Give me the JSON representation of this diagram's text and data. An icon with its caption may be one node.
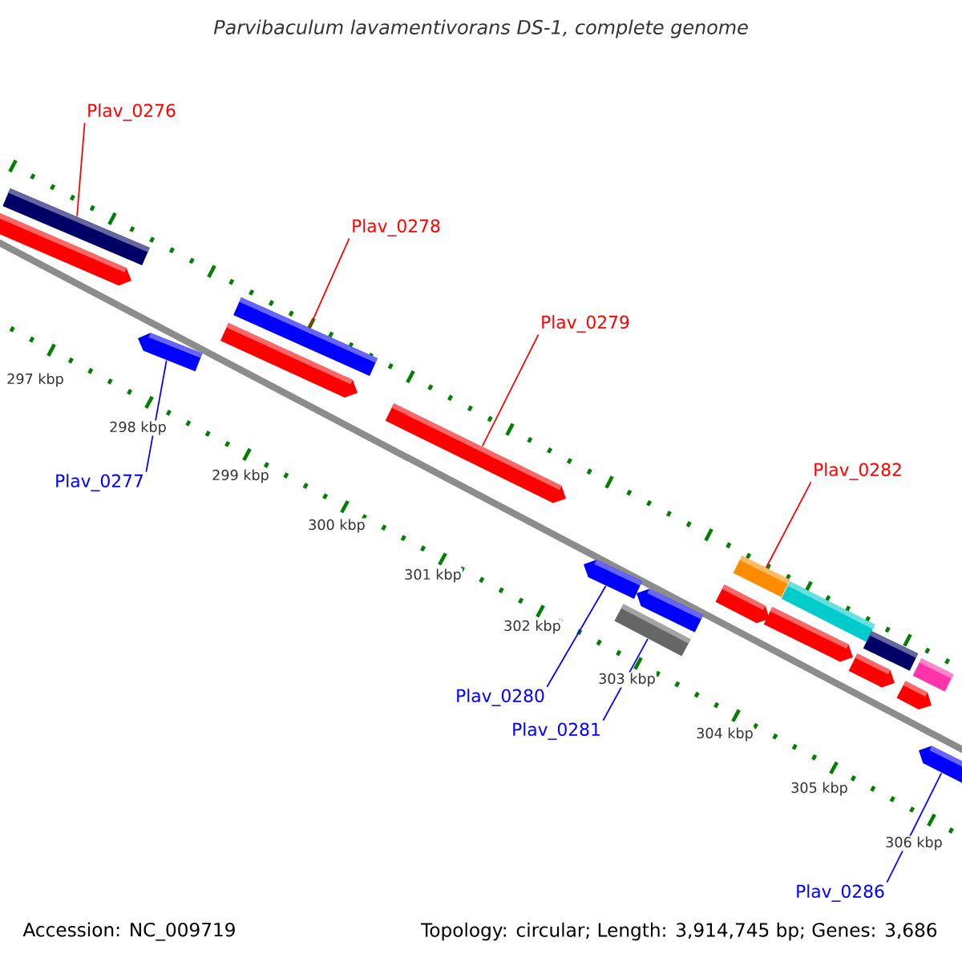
{
  "diagram": {
    "title": "Parvibaculum lavamentivorans DS-1, complete genome",
    "nodes": [
      {
        "text": [
          "Plav_0276"
        ]
      },
      {
        "text": [
          "Plav_0277"
        ]
      },
      {
        "text": [
          "Plav_0278"
        ]
      },
      {
        "text": [
          "Plav_0279"
        ]
      },
      {
        "text": [
          "Plav_0280"
        ]
      },
      {
        "text": [
          "Plav_0281"
        ]
      },
      {
        "text": [
          "Plav_0282"
        ]
      },
      {
        "text": [
          "Plav_0286"
        ]
      },
      {
        "text": [],
        "shape": "bar"
      },
      {
        "text": [],
        "shape": "arrow"
      },
      {
        "text": [],
        "shape": "arrow"
      },
      {
        "text": [],
        "shape": "bar"
      },
      {
        "text": [],
        "shape": "arrow"
      },
      {
        "text": [],
        "shape": "arrow"
      },
      {
        "text": [],
        "shape": "arrow"
      },
      {
        "text": [],
        "shape": "arrow"
      },
      {
        "text": [],
        "shape": "bar"
      },
      {
        "text": [],
        "shape": "bar"
      },
      {
        "text": [],
        "shape": "bar"
      },
      {
        "text": [],
        "shape": "bar"
      },
      {
        "text": [],
        "shape": "bar"
      },
      {
        "text": [],
        "shape": "arrow"
      },
      {
        "text": [],
        "shape": "arrow"
      },
      {
        "text": [],
        "shape": "arrow"
      },
      {
        "text": [],
        "shape": "arrow"
      },
      {
        "text": [],
        "shape": "arrow"
      }
    ],
    "edges": [
      {
        "from": 0,
        "to": 8,
        "arrow": "none",
        "color": "#ff0000"
      },
      {
        "from": 1,
        "to": 10,
        "arrow": "none",
        "color": "#0000ff"
      },
      {
        "from": 2,
        "to": 11,
        "arrow": "none",
        "color": "#ff0000"
      },
      {
        "from": 3,
        "to": 13,
        "arrow": "none",
        "color": "#ff0000"
      },
      {
        "from": 4,
        "to": 14,
        "arrow": "none",
        "color": "#0000ff"
      },
      {
        "from": 5,
        "to": 16,
        "arrow": "none",
        "color": "#0000ff"
      },
      {
        "from": 6,
        "to": 17,
        "arrow": "none",
        "color": "#ff0000"
      },
      {
        "from": 7,
        "to": 25,
        "arrow": "none",
        "color": "#0000ff"
      }
    ],
    "labels": [
      "297 kbp",
      "298 kbp",
      "299 kbp",
      "300 kbp",
      "301 kbp",
      "302 kbp",
      "303 kbp",
      "304 kbp",
      "305 kbp",
      "306 kbp",
      "Accession: NC_009719",
      "Topology: circular; Length: 3,914,745 bp; Genes: 3,686"
    ]
  }
}
